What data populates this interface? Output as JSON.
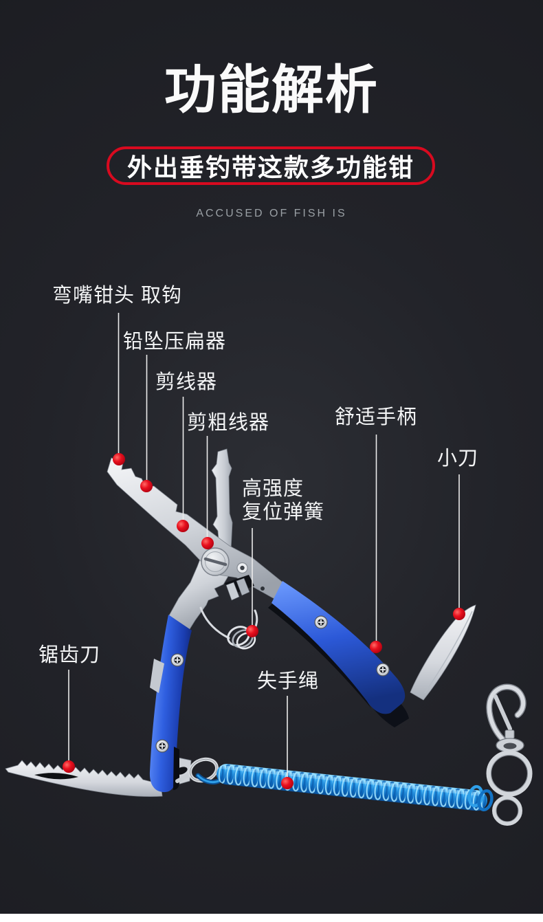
{
  "page": {
    "title": "功能解析",
    "banner": "外出垂钓带这款多功能钳",
    "tagline": "ACCUSED OF FISH IS"
  },
  "colors": {
    "background": "#1e1f24",
    "accent_red": "#d80a1f",
    "dot_red": "#e8101e",
    "handle_blue": "#2f5fe0",
    "lanyard_blue": "#2da0ec",
    "metal_silver": "#cfd3d9",
    "text_light": "#f3f4f5"
  },
  "callouts": [
    {
      "id": "bent-nose-jaw",
      "text": "弯嘴钳头 取钩"
    },
    {
      "id": "sinker-crimper",
      "text": "铅坠压扁器"
    },
    {
      "id": "line-cutter",
      "text": "剪线器"
    },
    {
      "id": "thick-line-cutter",
      "text": "剪粗线器"
    },
    {
      "id": "comfort-handle",
      "text": "舒适手柄"
    },
    {
      "id": "small-knife",
      "text": "小刀"
    },
    {
      "id": "return-spring",
      "text": "高强度\n复位弹簧"
    },
    {
      "id": "serrated-knife",
      "text": "锯齿刀"
    },
    {
      "id": "lanyard-rope",
      "text": "失手绳"
    }
  ]
}
